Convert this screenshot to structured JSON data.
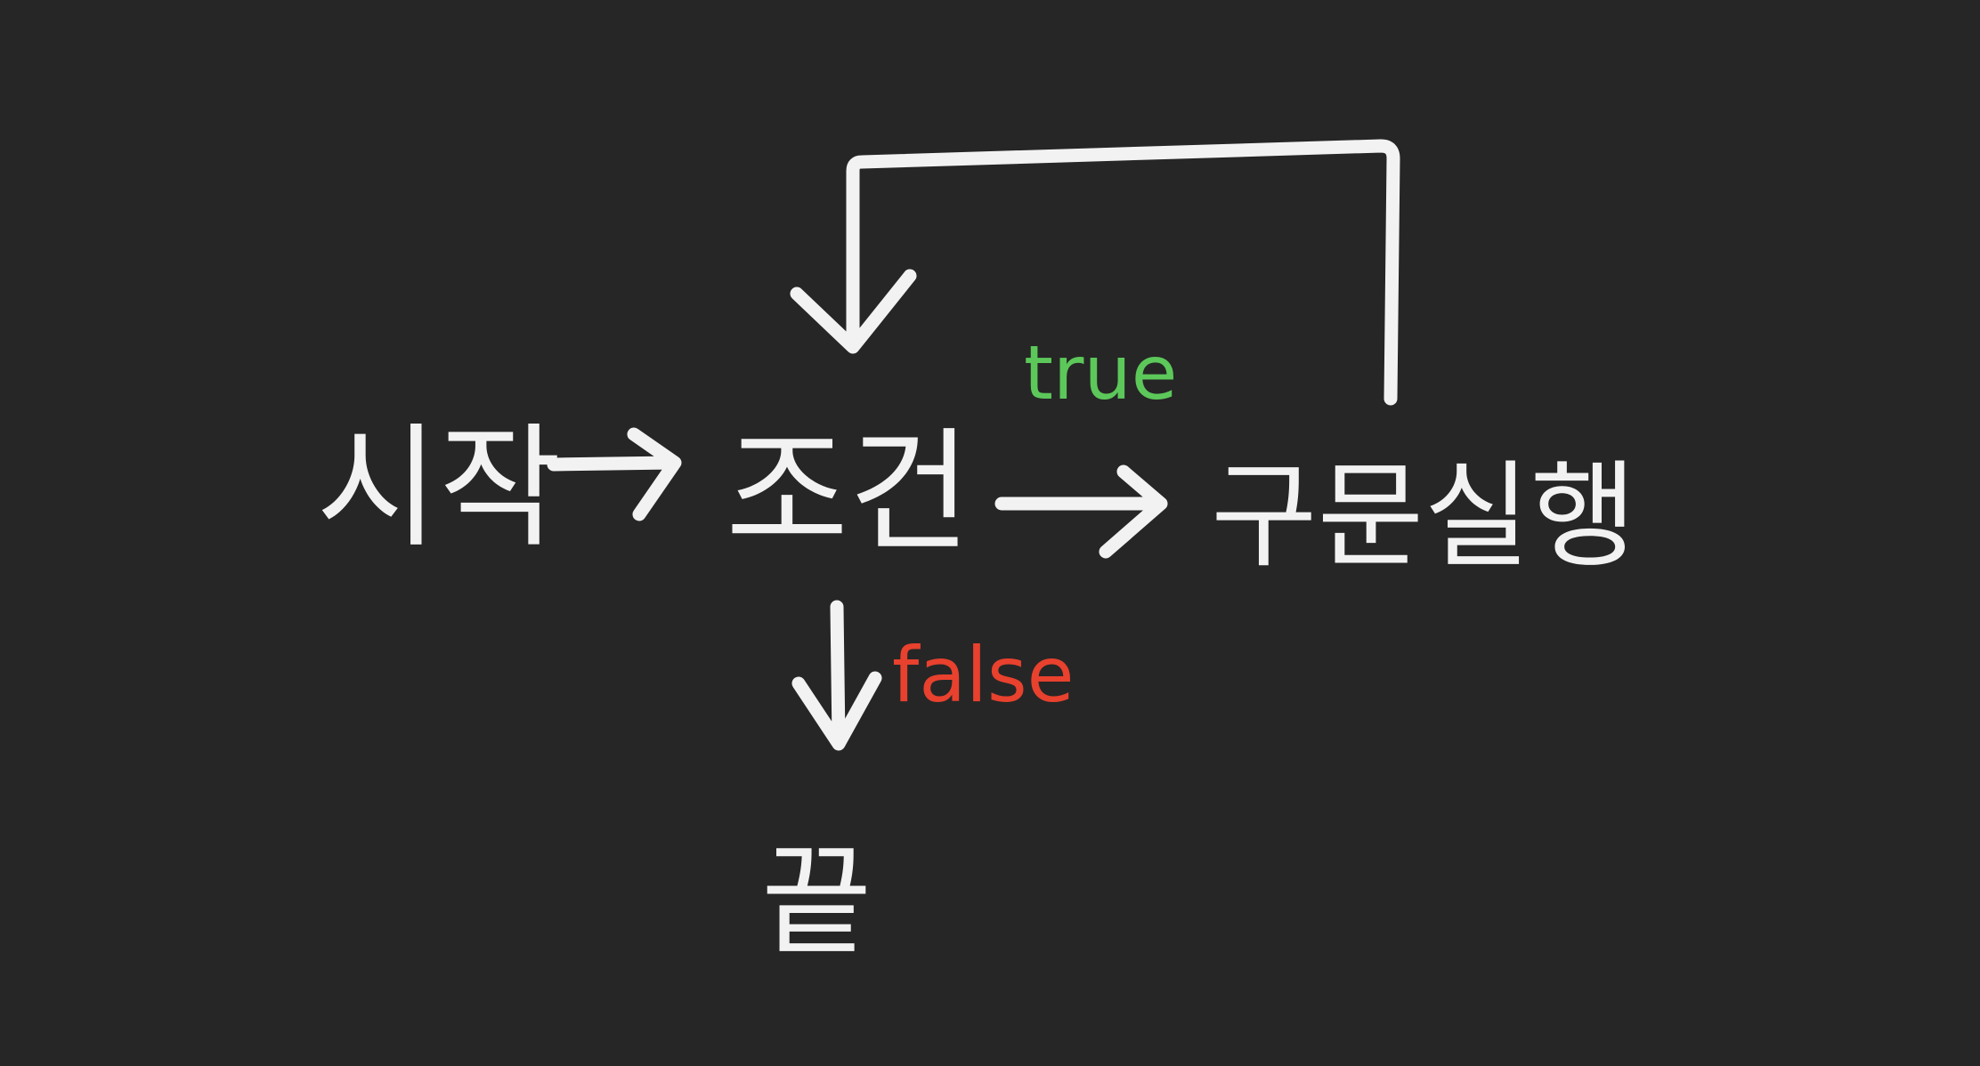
{
  "colors": {
    "background": "#262626",
    "ink": "#f2f2f2",
    "true_label": "#5cc85a",
    "false_label": "#e8412e"
  },
  "nodes": {
    "start": "시작",
    "condition": "조건",
    "execute": "구문실행",
    "end": "끝"
  },
  "edges": {
    "true_label": "true",
    "false_label": "false"
  }
}
